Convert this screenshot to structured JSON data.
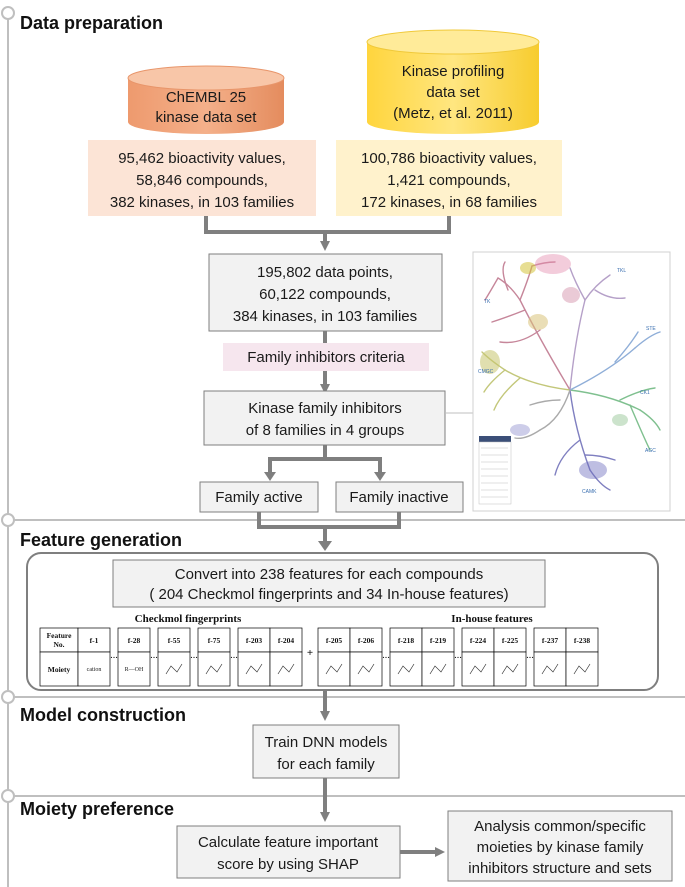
{
  "sections": {
    "data_preparation": "Data preparation",
    "feature_generation": "Feature generation",
    "model_construction": "Model construction",
    "moiety_preference": "Moiety preference"
  },
  "sources": {
    "chembl": {
      "line1": "ChEMBL 25",
      "line2": "kinase data set",
      "color": "#f0a077"
    },
    "profiling": {
      "line1": "Kinase profiling",
      "line2": "data set",
      "line3": "(Metz, et al. 2011)",
      "color": "#ffd84a"
    }
  },
  "stats": {
    "chembl": [
      "95,462 bioactivity values,",
      "58,846 compounds,",
      "382 kinases, in 103 families"
    ],
    "profiling": [
      "100,786 bioactivity values,",
      "1,421 compounds,",
      "172 kinases, in 68 families"
    ]
  },
  "merged": [
    "195,802 data points,",
    "60,122 compounds,",
    "384 kinases, in 103 families"
  ],
  "criteria": "Family inhibitors criteria",
  "family_inhibitors": [
    "Kinase family inhibitors",
    "of 8 families in 4 groups"
  ],
  "family_active": "Family active",
  "family_inactive": "Family inactive",
  "kinome_labels": [
    "TK",
    "TKL",
    "STE",
    "CMGC",
    "CK1",
    "AGC",
    "CAMK"
  ],
  "convert": [
    "Convert into 238 features for each compounds",
    "( 204 Checkmol fingerprints and 34 In-house features)"
  ],
  "checkmol_title": "Checkmol fingerprints",
  "inhouse_title": "In-house features",
  "table": {
    "row1_header": [
      "Feature",
      "No."
    ],
    "row2_header": "Moiety",
    "checkmol_features": [
      "f-1",
      "f-28",
      "f-55",
      "f-75",
      "f-203",
      "f-204"
    ],
    "inhouse_features": [
      "f-205",
      "f-206",
      "f-218",
      "f-219",
      "f-224",
      "f-225",
      "f-237",
      "f-238"
    ],
    "ellipsis": "…",
    "plus": "+",
    "moiety_f1": "cation",
    "moiety_f28": "R—OH"
  },
  "train": [
    "Train DNN models",
    "for each family"
  ],
  "shap": [
    "Calculate feature important",
    "score by using SHAP"
  ],
  "analysis": [
    "Analysis common/specific",
    "moieties by kinase family",
    "inhibitors structure and sets"
  ],
  "colors": {
    "arrow": "#7f7f7f",
    "box_fill": "#f2f2f2",
    "box_border": "#7f7f7f",
    "chembl_stats_fill": "#fce4d6",
    "profiling_stats_fill": "#fff2cc",
    "criteria_fill": "#f6e6ee"
  }
}
